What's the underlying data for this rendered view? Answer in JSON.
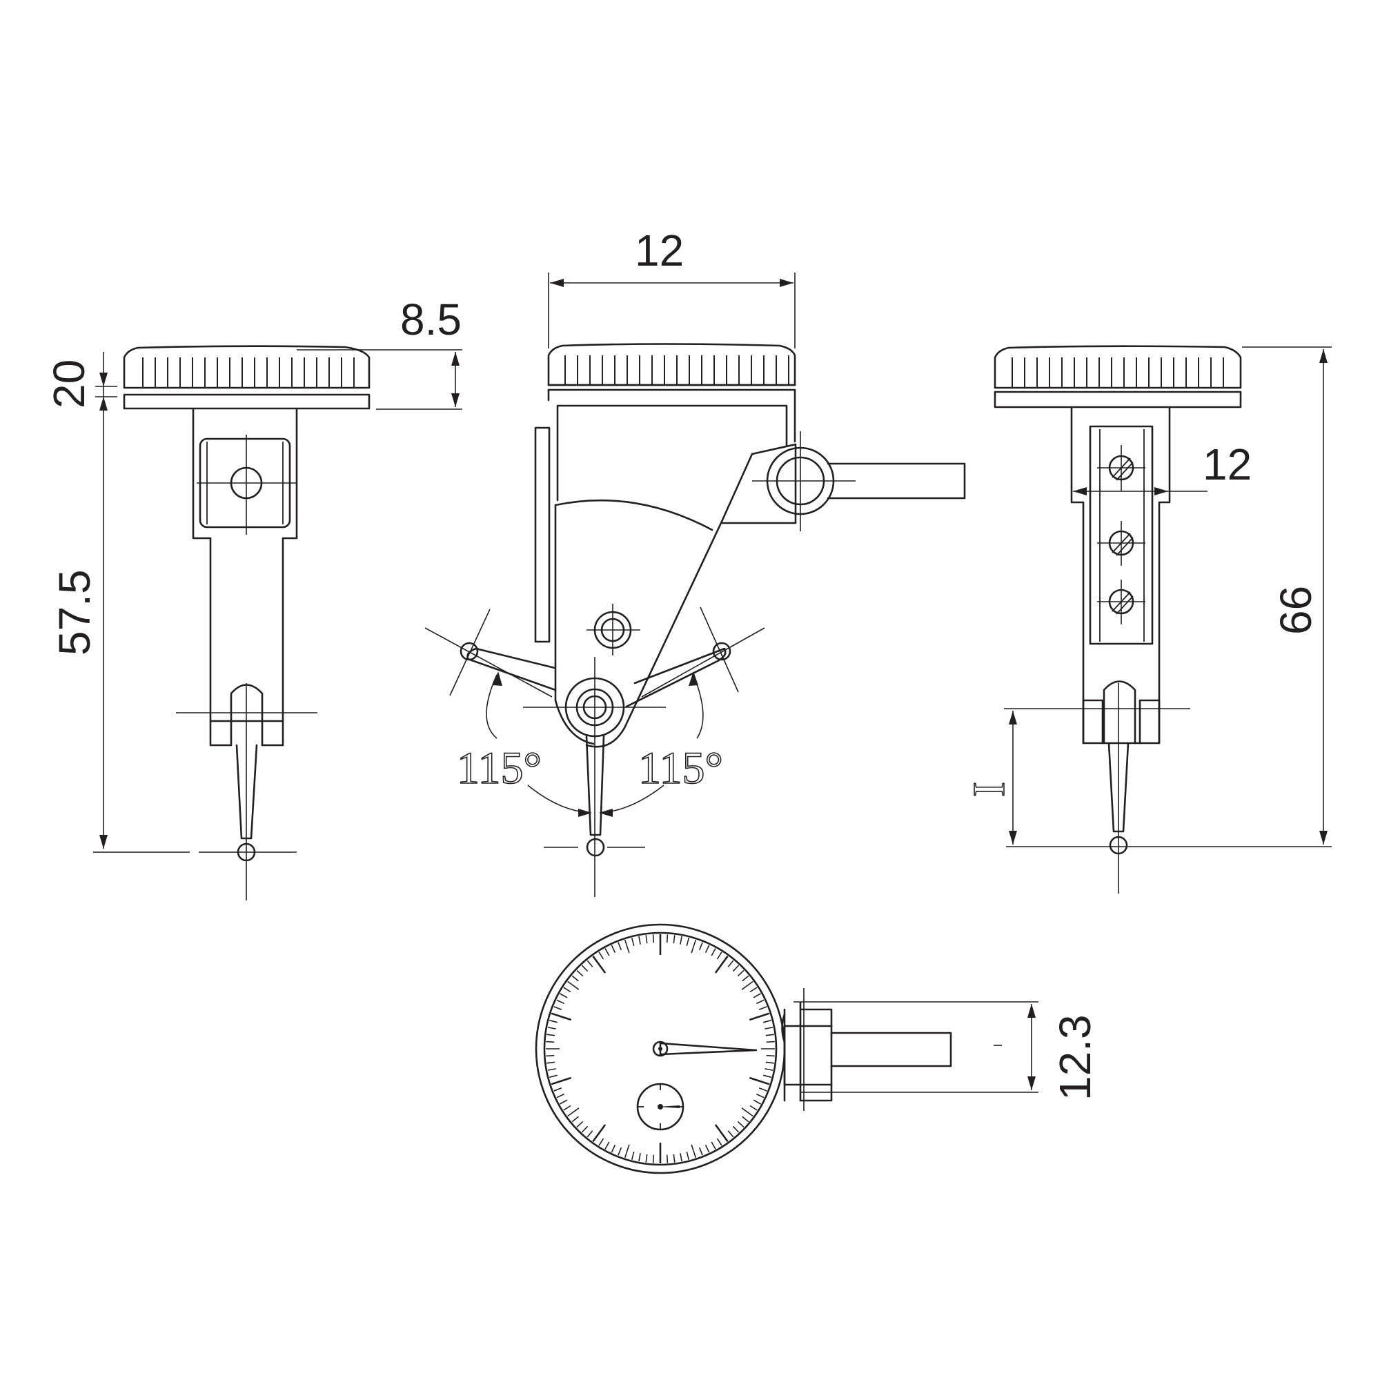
{
  "dimensions": {
    "side_width_top": "8.5",
    "side_gap": "20",
    "side_height": "57.5",
    "front_width": "12",
    "angle_left": "115°",
    "angle_right": "115°",
    "back_width": "12",
    "back_height": "66",
    "back_stroke": "I",
    "dial_height": "12.3"
  },
  "dial": {
    "major_ticks": 10,
    "minor_ticks": 100
  },
  "colors": {
    "line": "#231f20",
    "background": "#ffffff"
  }
}
